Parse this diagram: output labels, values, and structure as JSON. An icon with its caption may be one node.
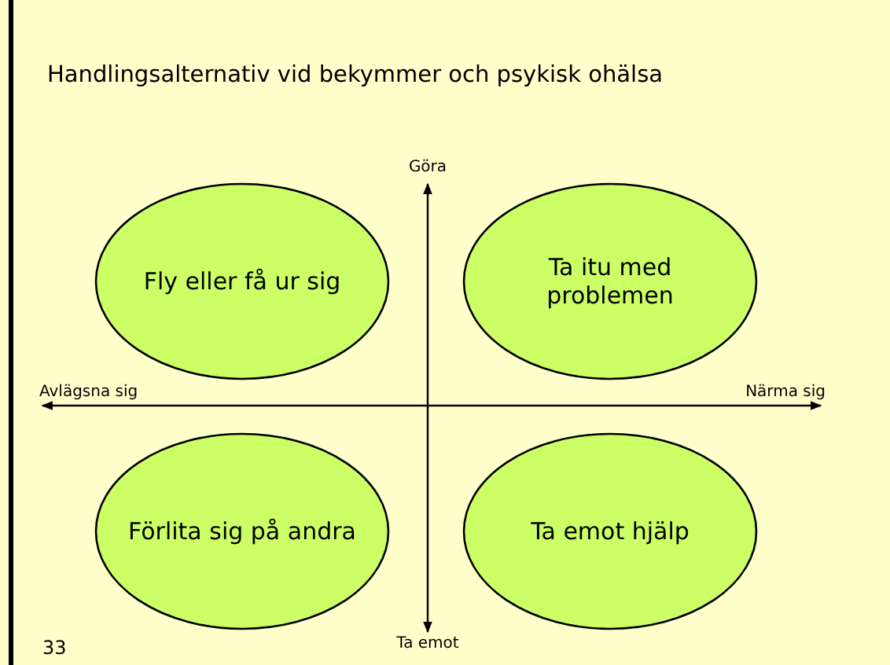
{
  "diagram": {
    "title": "Handlingsalternativ vid bekymmer och psykisk ohälsa",
    "nodes": [
      {
        "text": [
          "Fly eller få ur sig"
        ]
      },
      {
        "text": [
          "Ta itu med problemen"
        ]
      },
      {
        "text": [
          "Förlita sig på andra"
        ]
      },
      {
        "text": [
          "Ta emot hjälp"
        ]
      }
    ],
    "labels": [
      "Göra",
      "Avlägsna sig",
      "Närma sig",
      "Ta emot",
      "33"
    ]
  }
}
